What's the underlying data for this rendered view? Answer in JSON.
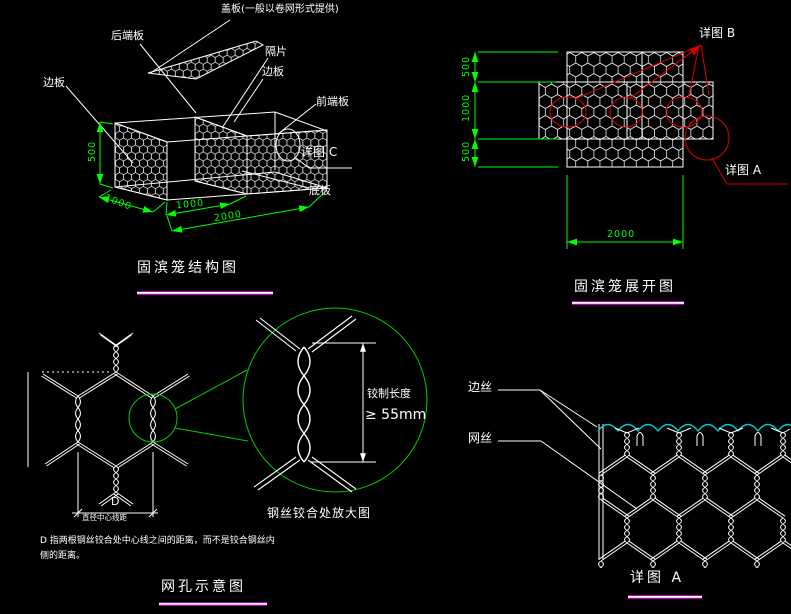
{
  "colors": {
    "background": "#000000",
    "line_white": "#ffffff",
    "dimension_green": "#00ff00",
    "detail_red": "#cc0000",
    "selvedge_cyan": "#00cccc",
    "title_underline_magenta": "#aa00aa"
  },
  "structure_view": {
    "title": "固滨笼结构图",
    "labels": {
      "cover": "盖板(一般以卷网形式提供)",
      "back_panel": "后端板",
      "diaphragm": "隔片",
      "side_panel_right": "边板",
      "side_panel_left": "边板",
      "front_panel": "前端板",
      "detail_c": "详图 C",
      "bottom_panel": "底板"
    },
    "dims": {
      "height": "500",
      "width": "1000",
      "half_length": "1000",
      "length": "2000"
    }
  },
  "unfold_view": {
    "title": "固滨笼展开图",
    "labels": {
      "detail_b": "详图 B",
      "detail_a": "详图 A"
    },
    "dims": {
      "top_flap": "500",
      "middle": "1000",
      "bottom_flap": "500",
      "length": "2000"
    }
  },
  "mesh_view": {
    "title": "网孔示意图",
    "d_label": "D",
    "d_sub_label": "直径中心线距",
    "note_line1": "D 指两根钢丝铰合处中心线之间的距离，而不是铰合钢丝内",
    "note_line2": "侧的距离。",
    "magnifier": {
      "caption": "钢丝铰合处放大图",
      "dim_label": "铰制长度",
      "dim_value": "≥ 55mm"
    }
  },
  "detail_a_view": {
    "title": "详图 A",
    "labels": {
      "edge_wire": "边丝",
      "mesh_wire": "网丝"
    }
  }
}
